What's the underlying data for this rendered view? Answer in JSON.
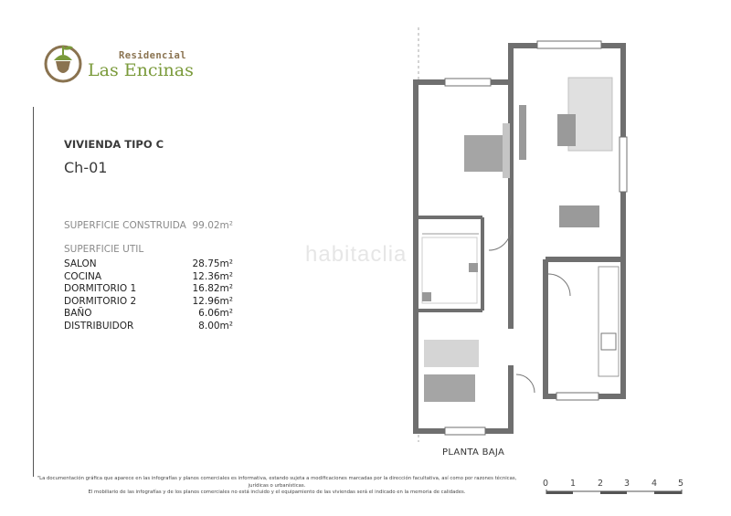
{
  "colors": {
    "brand_green": "#7a9a3a",
    "brand_brown": "#8a7350",
    "wall": "#6f6f6f",
    "furniture": "#b0b0b0"
  },
  "brand": {
    "line1": "Residencial",
    "line2": "Las Encinas",
    "icon": "acorn-icon"
  },
  "title": {
    "tipo": "VIVIENDA TIPO C",
    "code": "Ch-01"
  },
  "superficie_construida": {
    "label": "SUPERFICIE CONSTRUIDA",
    "value": "99.02m²"
  },
  "superficie_util_label": "SUPERFICIE UTIL",
  "rooms": [
    {
      "label": "SALON",
      "value": "28.75m²"
    },
    {
      "label": "COCINA",
      "value": "12.36m²"
    },
    {
      "label": "DORMITORIO 1",
      "value": "16.82m²"
    },
    {
      "label": "DORMITORIO 2",
      "value": "12.96m²"
    },
    {
      "label": "BAÑO",
      "value": "6.06m²"
    },
    {
      "label": "DISTRIBUIDOR",
      "value": "8.00m²"
    }
  ],
  "plan_label": "PLANTA BAJA",
  "scale_labels": [
    "0",
    "1",
    "2",
    "3",
    "4",
    "5"
  ],
  "watermark": "habitaclia",
  "footnote": {
    "line1": "\"La documentación gráfica que aparece en las infografías y planos comerciales es informativa, estando sujeta a modificaciones marcadas por la dirección facultativa, así como por razones técnicas, jurídicas o urbanísticas.",
    "line2": "El mobiliario de las infografías y de los planos comerciales no está incluido y el equipamiento de las viviendas será el indicado en la memoria de calidades."
  }
}
